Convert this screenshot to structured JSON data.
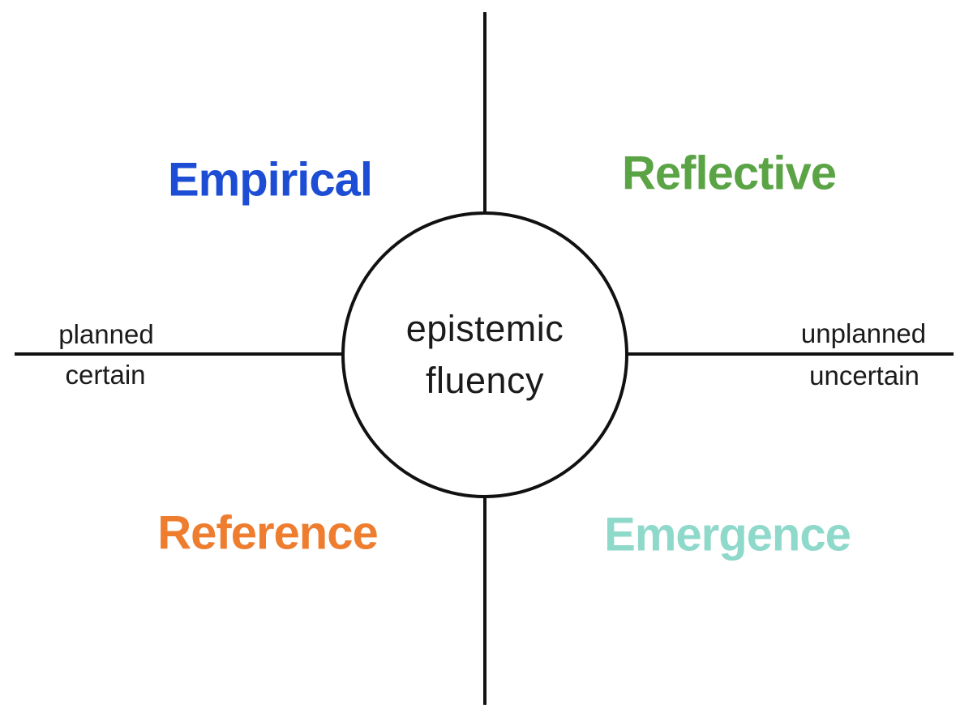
{
  "diagram": {
    "title": "epistemic fluency quadrant diagram",
    "center": {
      "line1": "epistemic",
      "line2": "fluency"
    },
    "quadrants": {
      "top_left": {
        "label": "Empirical",
        "color": "#1c4dd4"
      },
      "top_right": {
        "label": "Reflective",
        "color": "#5aa445"
      },
      "bottom_left": {
        "label": "Reference",
        "color": "#ee7d2f"
      },
      "bottom_right": {
        "label": "Emergence",
        "color": "#8fd9cb"
      }
    },
    "axis_labels": {
      "left_above": "planned",
      "left_below": "certain",
      "right_above": "unplanned",
      "right_below": "uncertain"
    },
    "line_color": "#111111"
  }
}
